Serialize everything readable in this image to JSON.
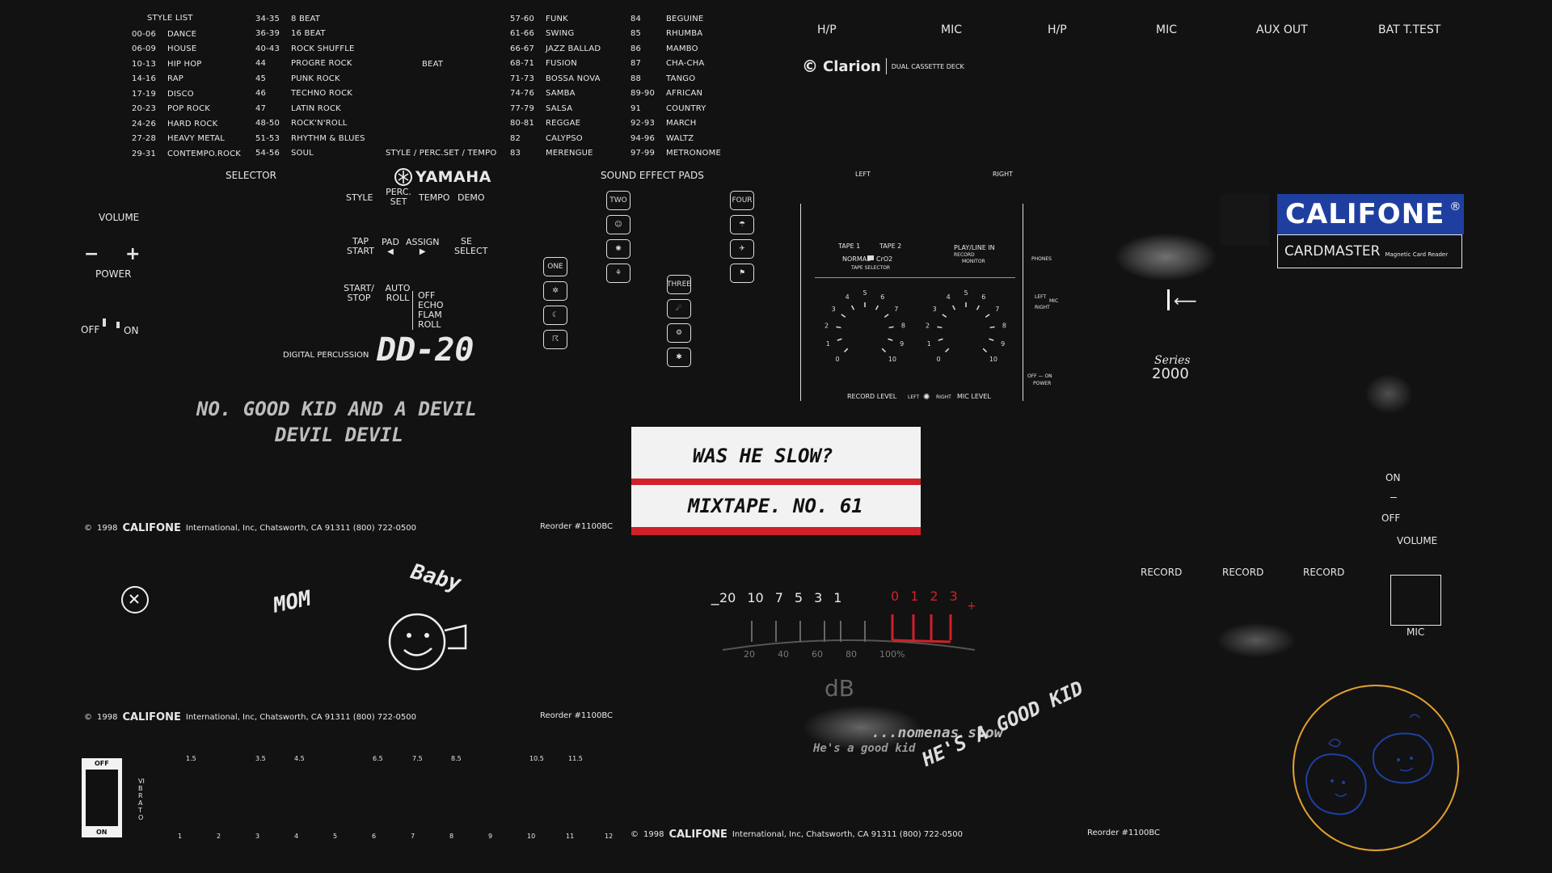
{
  "style_list": {
    "header": "STYLE LIST",
    "col1": [
      {
        "num": "00-06",
        "name": "DANCE"
      },
      {
        "num": "06-09",
        "name": "HOUSE"
      },
      {
        "num": "10-13",
        "name": "HIP HOP"
      },
      {
        "num": "14-16",
        "name": "RAP"
      },
      {
        "num": "17-19",
        "name": "DISCO"
      },
      {
        "num": "20-23",
        "name": "POP ROCK"
      },
      {
        "num": "24-26",
        "name": "HARD ROCK"
      },
      {
        "num": "27-28",
        "name": "HEAVY METAL"
      },
      {
        "num": "29-31",
        "name": "CONTEMPO.ROCK"
      }
    ],
    "col2": [
      {
        "num": "34-35",
        "name": "8 BEAT"
      },
      {
        "num": "36-39",
        "name": "16 BEAT"
      },
      {
        "num": "40-43",
        "name": "ROCK SHUFFLE"
      },
      {
        "num": "44",
        "name": "PROGRE ROCK"
      },
      {
        "num": "45",
        "name": "PUNK ROCK"
      },
      {
        "num": "46",
        "name": "TECHNO ROCK"
      },
      {
        "num": "47",
        "name": "LATIN ROCK"
      },
      {
        "num": "48-50",
        "name": "ROCK'N'ROLL"
      },
      {
        "num": "51-53",
        "name": "RHYTHM & BLUES"
      },
      {
        "num": "54-56",
        "name": "SOUL"
      }
    ],
    "beat_label": "BEAT",
    "footer": "STYLE / PERC.SET / TEMPO",
    "col3": [
      {
        "num": "57-60",
        "name": "FUNK"
      },
      {
        "num": "61-66",
        "name": "SWING"
      },
      {
        "num": "66-67",
        "name": "JAZZ BALLAD"
      },
      {
        "num": "68-71",
        "name": "FUSION"
      },
      {
        "num": "71-73",
        "name": "BOSSA NOVA"
      },
      {
        "num": "74-76",
        "name": "SAMBA"
      },
      {
        "num": "77-79",
        "name": "SALSA"
      },
      {
        "num": "80-81",
        "name": "REGGAE"
      },
      {
        "num": "82",
        "name": "CALYPSO"
      },
      {
        "num": "83",
        "name": "MERENGUE"
      }
    ],
    "col4": [
      {
        "num": "84",
        "name": "BEGUINE"
      },
      {
        "num": "85",
        "name": "RHUMBA"
      },
      {
        "num": "86",
        "name": "MAMBO"
      },
      {
        "num": "87",
        "name": "CHA-CHA"
      },
      {
        "num": "88",
        "name": "TANGO"
      },
      {
        "num": "89-90",
        "name": "AFRICAN"
      },
      {
        "num": "91",
        "name": "COUNTRY"
      },
      {
        "num": "92-93",
        "name": "MARCH"
      },
      {
        "num": "94-96",
        "name": "WALTZ"
      },
      {
        "num": "97-99",
        "name": "METRONOME"
      }
    ]
  },
  "drum": {
    "selector": "SELECTOR",
    "volume": "VOLUME",
    "minus": "−",
    "plus": "+",
    "power": "POWER",
    "off": "OFF",
    "on": "ON",
    "brand": "YAMAHA",
    "style": "STYLE",
    "perc_set": "PERC. SET",
    "tempo": "TEMPO",
    "demo": "DEMO",
    "tap_start": "TAP START",
    "pad_assign_pad": "PAD",
    "assign": "ASSIGN",
    "se_select": "SE SELECT",
    "start_stop": "START/ STOP",
    "auto_roll": "AUTO ROLL",
    "roll_options": [
      "OFF",
      "ECHO",
      "FLAM",
      "ROLL"
    ],
    "digital_percussion": "DIGITAL PERCUSSION",
    "model": "DD-20",
    "sound_effect_pads": "SOUND EFFECT PADS",
    "pad_labels": [
      "ONE",
      "TWO",
      "THREE",
      "FOUR"
    ]
  },
  "deck": {
    "hp1": "H/P",
    "mic1": "MIC",
    "hp2": "H/P",
    "mic2": "MIC",
    "aux_out": "AUX OUT",
    "bat": "BAT T.TEST",
    "brand": "Clarion",
    "subtitle": "DUAL CASSETTE DECK",
    "left": "LEFT",
    "right": "RIGHT",
    "tape1": "TAPE 1",
    "tape2": "TAPE 2",
    "normal": "NORMAL",
    "cro2": "CrO2",
    "tape_selector": "TAPE SELECTOR",
    "play_line_in": "PLAY/LINE IN",
    "record": "RECORD",
    "monitor": "MONITOR",
    "phones": "PHONES",
    "left_mic": "LEFT",
    "right_mic": "RIGHT",
    "mic": "MIC",
    "off_on": "OFF — ON",
    "power": "POWER",
    "record_level": "RECORD LEVEL",
    "mic_level": "MIC LEVEL",
    "left_small": "LEFT",
    "right_small": "RIGHT",
    "dial_ticks": [
      "0",
      "1",
      "2",
      "3",
      "4",
      "5",
      "6",
      "7",
      "8",
      "9",
      "10"
    ]
  },
  "califone": {
    "brand": "CALIFONE",
    "model": "CARDMASTER",
    "model_sub": "Magnetic Card Reader",
    "series_word": "Series",
    "series_num": "2000",
    "on": "ON",
    "off": "OFF",
    "volume": "VOLUME",
    "record_labels": [
      "RECORD",
      "RECORD",
      "RECORD"
    ],
    "mic": "MIC"
  },
  "graffiti": {
    "line1": "NO. GOOD KID AND A DEVIL",
    "line2": "DEVIL DEVIL",
    "mom": "MOM",
    "baby": "Baby",
    "goodkid": "HE'S A GOOD KID",
    "slow_text": "...nomenas slow",
    "goodkid_small": "He's a good kid"
  },
  "tape_label": {
    "line1": "WAS HE SLOW?",
    "line2": "MIXTAPE. NO. 61"
  },
  "vu": {
    "scale_black": [
      "20",
      "10",
      "7",
      "5",
      "3",
      "1"
    ],
    "scale_red": [
      "0",
      "1",
      "2",
      "3"
    ],
    "plus": "+",
    "minus": "−",
    "pct": [
      "20",
      "40",
      "60",
      "80",
      "100%"
    ],
    "db": "dB"
  },
  "footer": {
    "year": "1998",
    "brand": "CALIFONE",
    "address": "International, Inc, Chatsworth, CA 91311  (800) 722-0500",
    "reorder": "Reorder #1100BC"
  },
  "vibrato": {
    "off": "OFF",
    "on": "ON",
    "label": "VIBRATO",
    "top_ticks": [
      "1.5",
      "3.5",
      "4.5",
      "6.5",
      "7.5",
      "8.5",
      "10.5",
      "11.5"
    ],
    "bottom_ticks": [
      "1",
      "2",
      "3",
      "4",
      "5",
      "6",
      "7",
      "8",
      "9",
      "10",
      "11",
      "12"
    ]
  },
  "colors": {
    "background": "#121212",
    "red": "#d0202a",
    "blue": "#1f3fa0",
    "orange": "#e0a030"
  }
}
